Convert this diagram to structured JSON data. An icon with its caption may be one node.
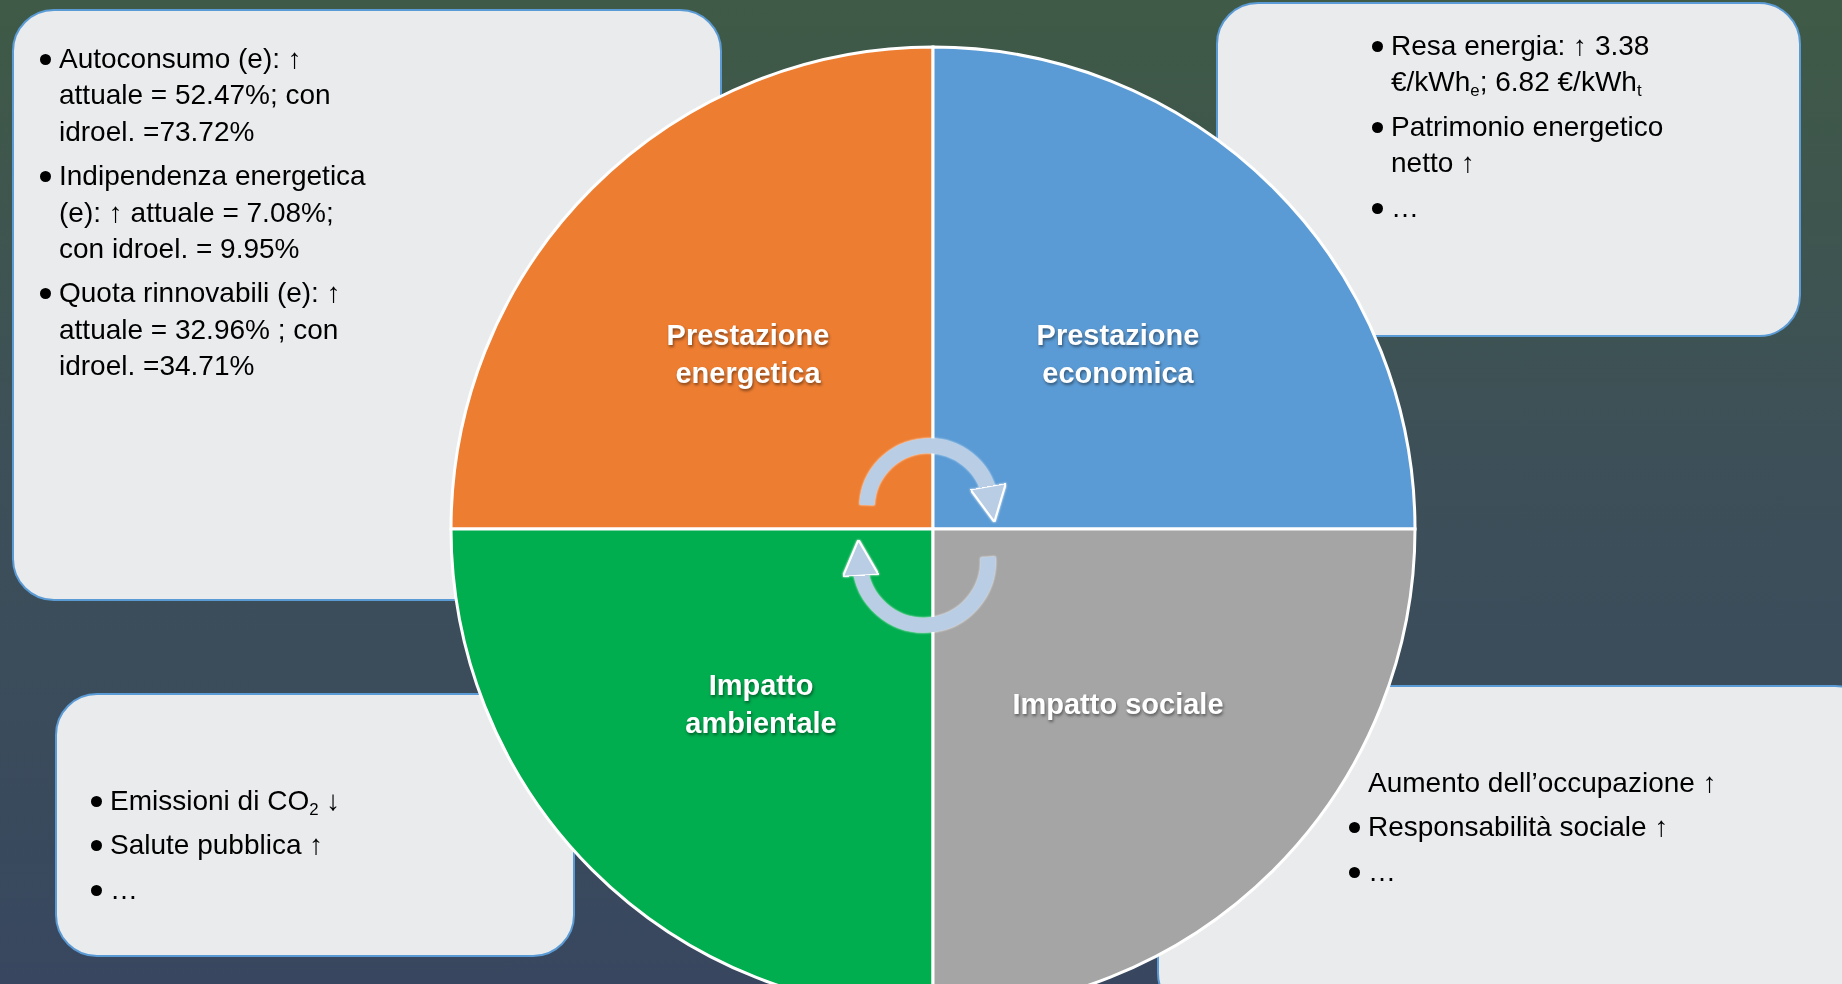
{
  "diagram": {
    "nodes": [
      {
        "text": [
          "Prestazione energetica"
        ]
      },
      {
        "text": [
          "Prestazione economica"
        ]
      },
      {
        "text": [
          "Impatto ambientale"
        ]
      },
      {
        "text": [
          "Impatto sociale"
        ]
      },
      {
        "text": [
          "Autoconsumo (e): ↑ attuale = 52.47%; con idroel. =73.72%",
          "Indipendenza energetica (e): ↑ attuale = 7.08%; con idroel. = 9.95%",
          "Quota rinnovabili (e): ↑ attuale = 32.96% ; con idroel. =34.71%"
        ]
      },
      {
        "text": [
          "Resa energia: ↑ 3.38 €/kWh$_{e}$; 6.82 €/kWh$_{t}$",
          "Patrimonio energetico netto ↑",
          "…"
        ]
      },
      {
        "text": [
          "Emissioni di CO$_{2}$ ↓",
          "Salute pubblica ↑",
          "…"
        ]
      },
      {
        "text": [
          "Aumento dell’occupazione ↑",
          "Responsabilità sociale ↑",
          "…"
        ]
      }
    ],
    "edges": [
      {
        "from": 0,
        "to": 1,
        "arrow": "to"
      },
      {
        "from": 3,
        "to": 2,
        "arrow": "to"
      }
    ]
  }
}
